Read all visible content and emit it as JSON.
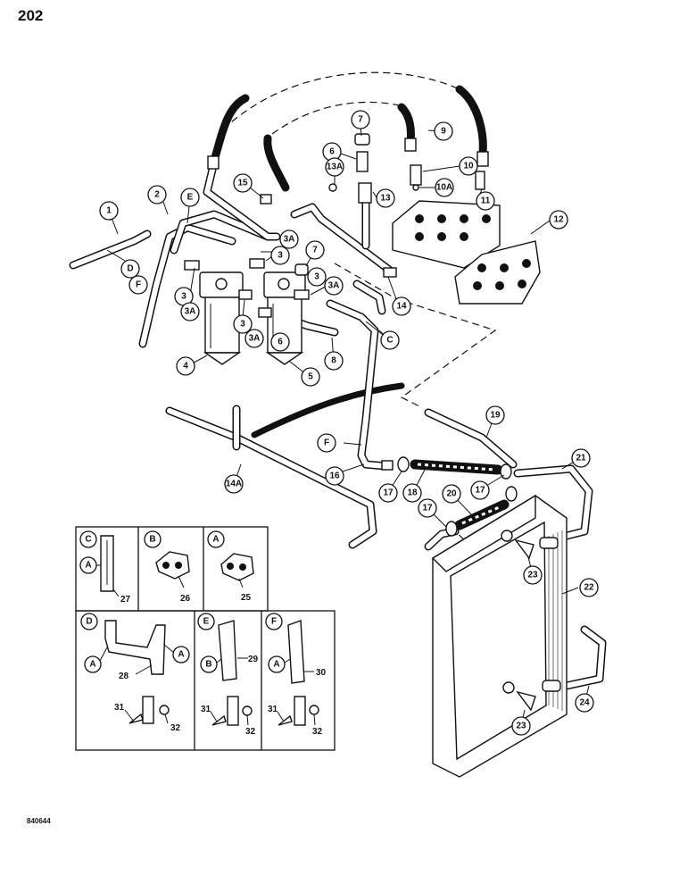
{
  "page_number": "202",
  "figure_code": "840644",
  "callouts": {
    "c1": "1",
    "c2": "2",
    "cE": "E",
    "c15": "15",
    "c3A_a": "3A",
    "c3_a": "3",
    "c7_a": "7",
    "c6_a": "6",
    "c13A": "13A",
    "c13": "13",
    "c9": "9",
    "c10": "10",
    "c10A": "10A",
    "c11": "11",
    "c12": "12",
    "c7_b": "7",
    "c3A_b": "3A",
    "c3_b": "3",
    "c3_c": "3",
    "c3A_c": "3A",
    "c3_d": "3",
    "c3A_d": "3A",
    "c6_b": "6",
    "c4": "4",
    "c5": "5",
    "c8": "8",
    "c14": "14",
    "cC": "C",
    "cD": "D",
    "cF": "F",
    "cF2": "F",
    "c19": "19",
    "c14A": "14A",
    "c16": "16",
    "c17_a": "17",
    "c18": "18",
    "c17_b": "17",
    "c21": "21",
    "c17_c": "17",
    "c20": "20",
    "c22": "22",
    "c23_a": "23",
    "c23_b": "23",
    "c24": "24"
  },
  "inset": {
    "top_cells": [
      {
        "letter": "C",
        "sub": "A",
        "part": "27"
      },
      {
        "letter": "B",
        "part": "26"
      },
      {
        "letter": "A",
        "part": "25"
      }
    ],
    "bottom_cells": [
      {
        "letter": "D",
        "sub_left": "A",
        "sub_right": "A",
        "part": "28",
        "bolt": "31",
        "nut": "32"
      },
      {
        "letter": "E",
        "sub": "B",
        "part": "29",
        "bolt": "31",
        "nut": "32"
      },
      {
        "letter": "F",
        "sub": "A",
        "part": "30",
        "bolt": "31",
        "nut": "32"
      }
    ]
  }
}
